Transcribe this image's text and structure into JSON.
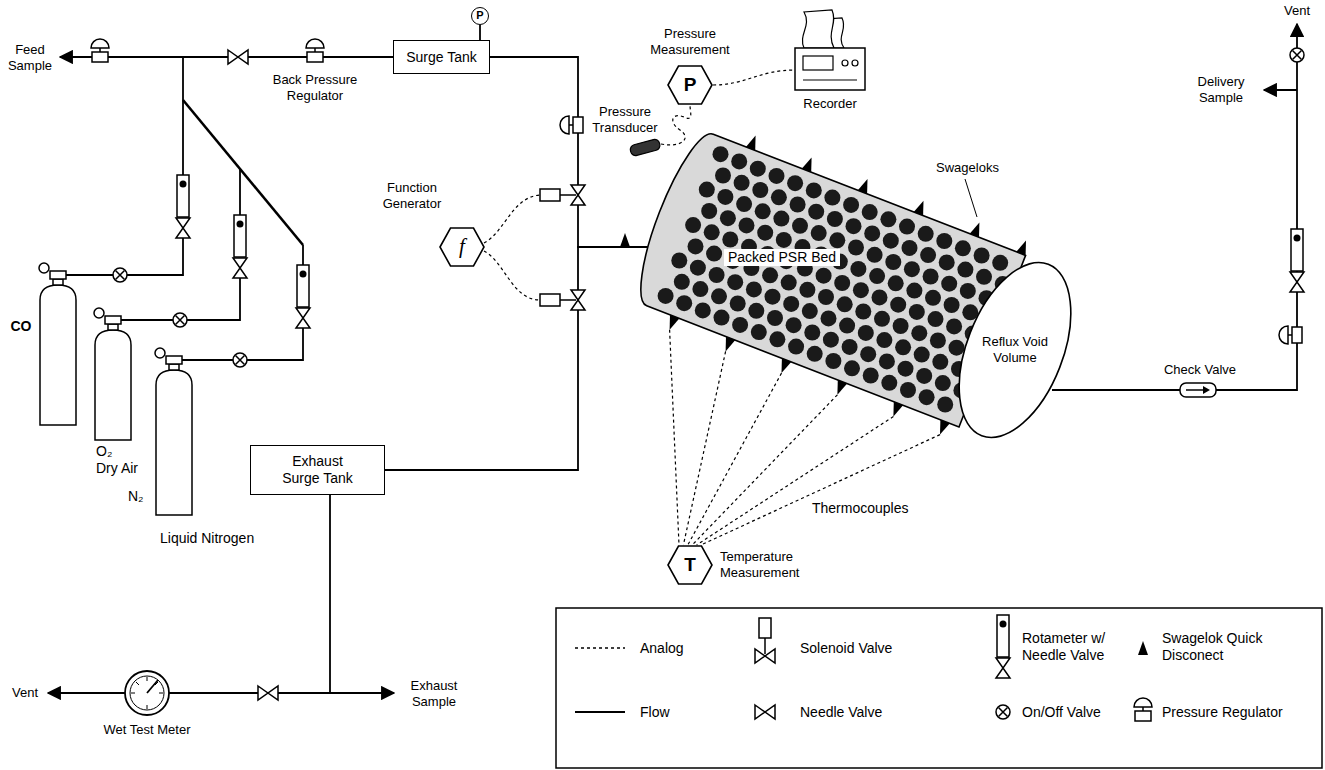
{
  "diagram": {
    "nodes": [
      {
        "text": [
          "Surge Tank"
        ]
      },
      {
        "text": [
          "P"
        ]
      },
      {
        "text": [
          "Function Generator",
          "f"
        ]
      },
      {
        "text": [
          "Pressure Measurement",
          "P"
        ]
      },
      {
        "text": [
          "Packed PSR Bed"
        ]
      },
      {
        "text": [
          "Reflux Void Volume"
        ]
      },
      {
        "text": [
          "Exhaust Surge Tank"
        ]
      },
      {
        "text": [
          "T",
          "Temperature Measurement"
        ]
      }
    ],
    "edges": [
      {
        "from": 0,
        "to": 4,
        "arrow": "none"
      },
      {
        "from": 4,
        "to": 6,
        "arrow": "none"
      },
      {
        "from": 1,
        "to": 0,
        "arrow": "none"
      },
      {
        "from": 4,
        "to": 7,
        "arrow": "none"
      },
      {
        "from": 4,
        "to": 7,
        "arrow": "none"
      },
      {
        "from": 4,
        "to": 7,
        "arrow": "none"
      },
      {
        "from": 4,
        "to": 7,
        "arrow": "none"
      },
      {
        "from": 4,
        "to": 7,
        "arrow": "none"
      },
      {
        "from": 4,
        "to": 7,
        "arrow": "none"
      }
    ],
    "labels": [
      "Feed Sample",
      "Back Pressure Regulator",
      "Recorder",
      "Pressure Transducer",
      "Swageloks",
      "Vent",
      "Delivery Sample",
      "Check Valve",
      "CO",
      "O₂",
      "Dry Air",
      "N₂",
      "Liquid Nitrogen",
      "Thermocouples",
      "Vent",
      "Wet Test Meter",
      "Exhaust Sample"
    ],
    "legend": [
      {
        "text": "Analog"
      },
      {
        "text": "Solenoid Valve"
      },
      {
        "text": "Rotameter w/ Needle Valve"
      },
      {
        "text": "Swagelok Quick Disconect"
      },
      {
        "text": "Flow"
      },
      {
        "text": "Needle Valve"
      },
      {
        "text": "On/Off Valve"
      },
      {
        "text": "Pressure Regulator"
      }
    ]
  }
}
